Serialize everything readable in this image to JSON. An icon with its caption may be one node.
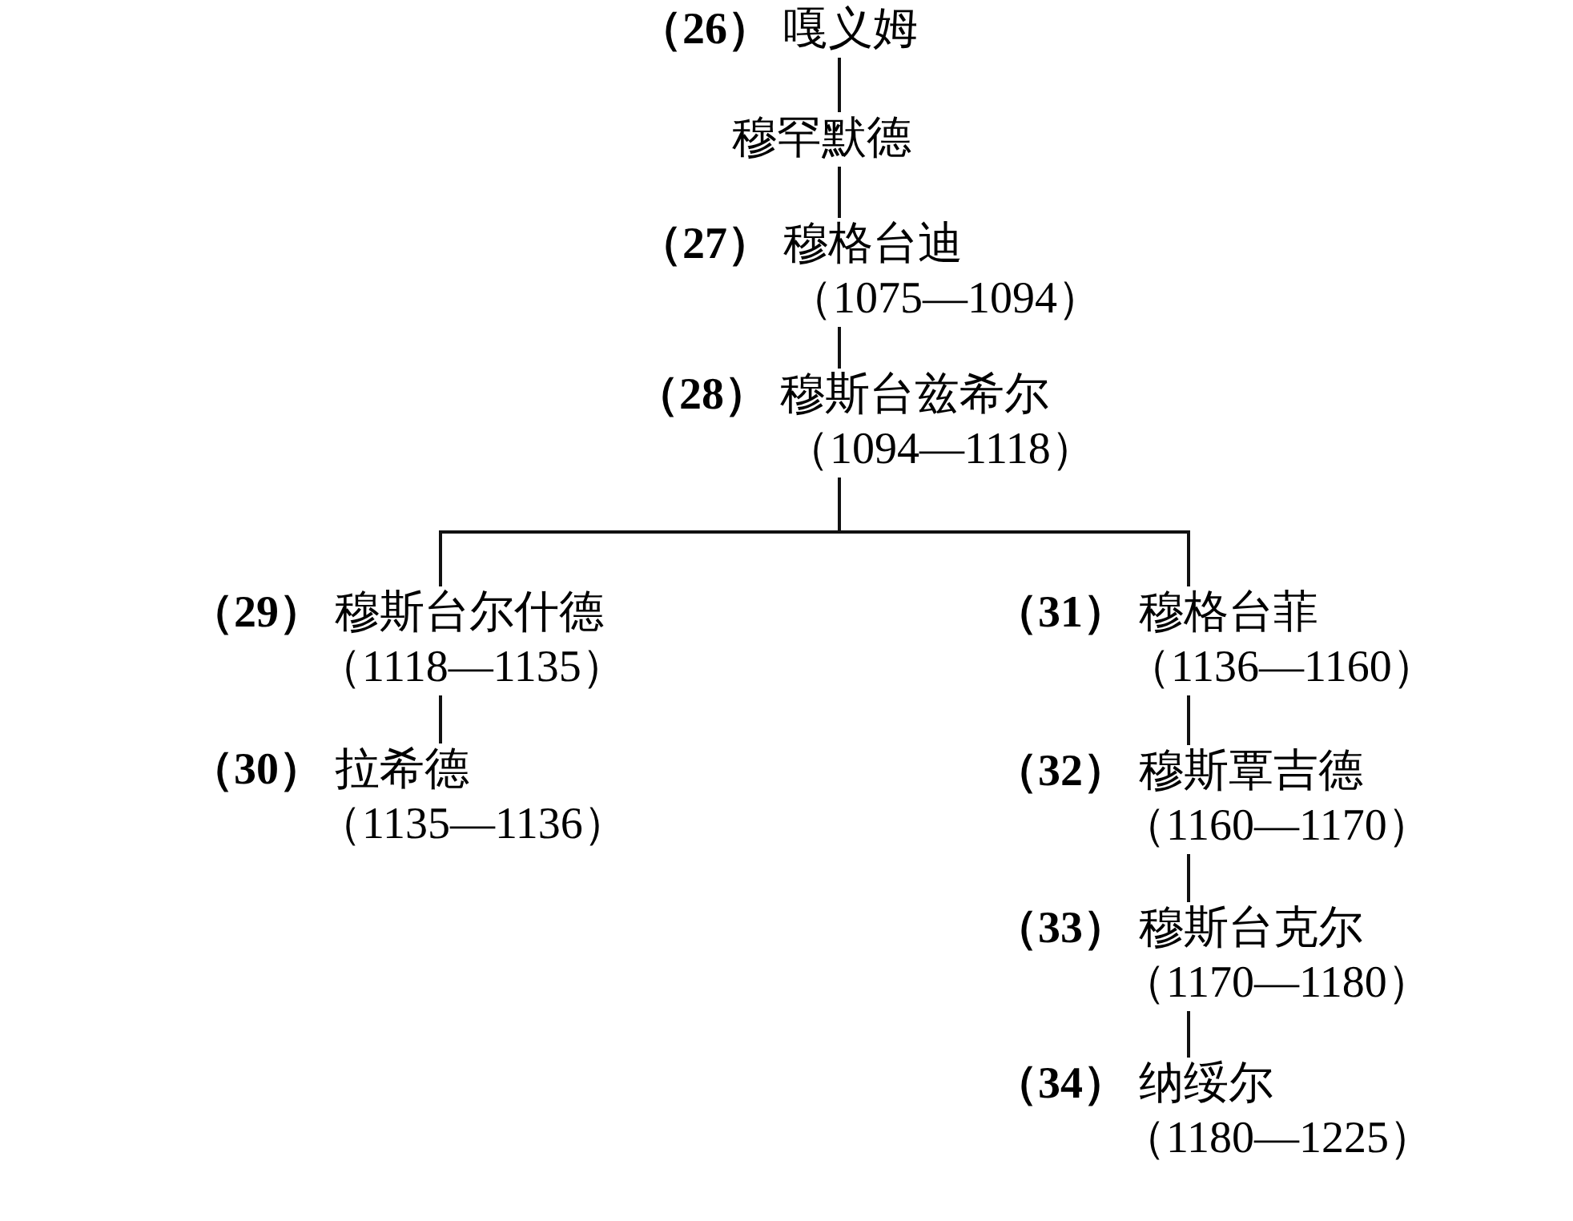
{
  "diagram": {
    "nodes": [
      {
        "text": [
          "**（26）** 嘎义姆"
        ]
      },
      {
        "text": [
          "穆罕默德"
        ]
      },
      {
        "text": [
          "**（27）** 穆格台迪",
          "（1075—1094）"
        ]
      },
      {
        "text": [
          "**（28）** 穆斯台兹希尔",
          "（1094—1118）"
        ]
      },
      {
        "text": [
          "**（29）** 穆斯台尔什德",
          "（1118—1135）"
        ]
      },
      {
        "text": [
          "**（30）** 拉希德",
          "（1135—1136）"
        ]
      },
      {
        "text": [
          "**（31）** 穆格台菲",
          "（1136—1160）"
        ]
      },
      {
        "text": [
          "**（32）** 穆斯覃吉德",
          "（1160—1170）"
        ]
      },
      {
        "text": [
          "**（33）** 穆斯台克尔",
          "（1170—1180）"
        ]
      },
      {
        "text": [
          "**（34）** 纳绥尔",
          "（1180—1225）"
        ]
      }
    ],
    "edges": [
      {
        "from": 0,
        "to": 1,
        "arrow": "none"
      },
      {
        "from": 1,
        "to": 2,
        "arrow": "none"
      },
      {
        "from": 2,
        "to": 3,
        "arrow": "none"
      },
      {
        "from": 3,
        "to": 4,
        "arrow": "none"
      },
      {
        "from": 3,
        "to": 6,
        "arrow": "none"
      },
      {
        "from": 4,
        "to": 5,
        "arrow": "none"
      },
      {
        "from": 6,
        "to": 7,
        "arrow": "none"
      },
      {
        "from": 7,
        "to": 8,
        "arrow": "none"
      },
      {
        "from": 8,
        "to": 9,
        "arrow": "none"
      }
    ]
  }
}
